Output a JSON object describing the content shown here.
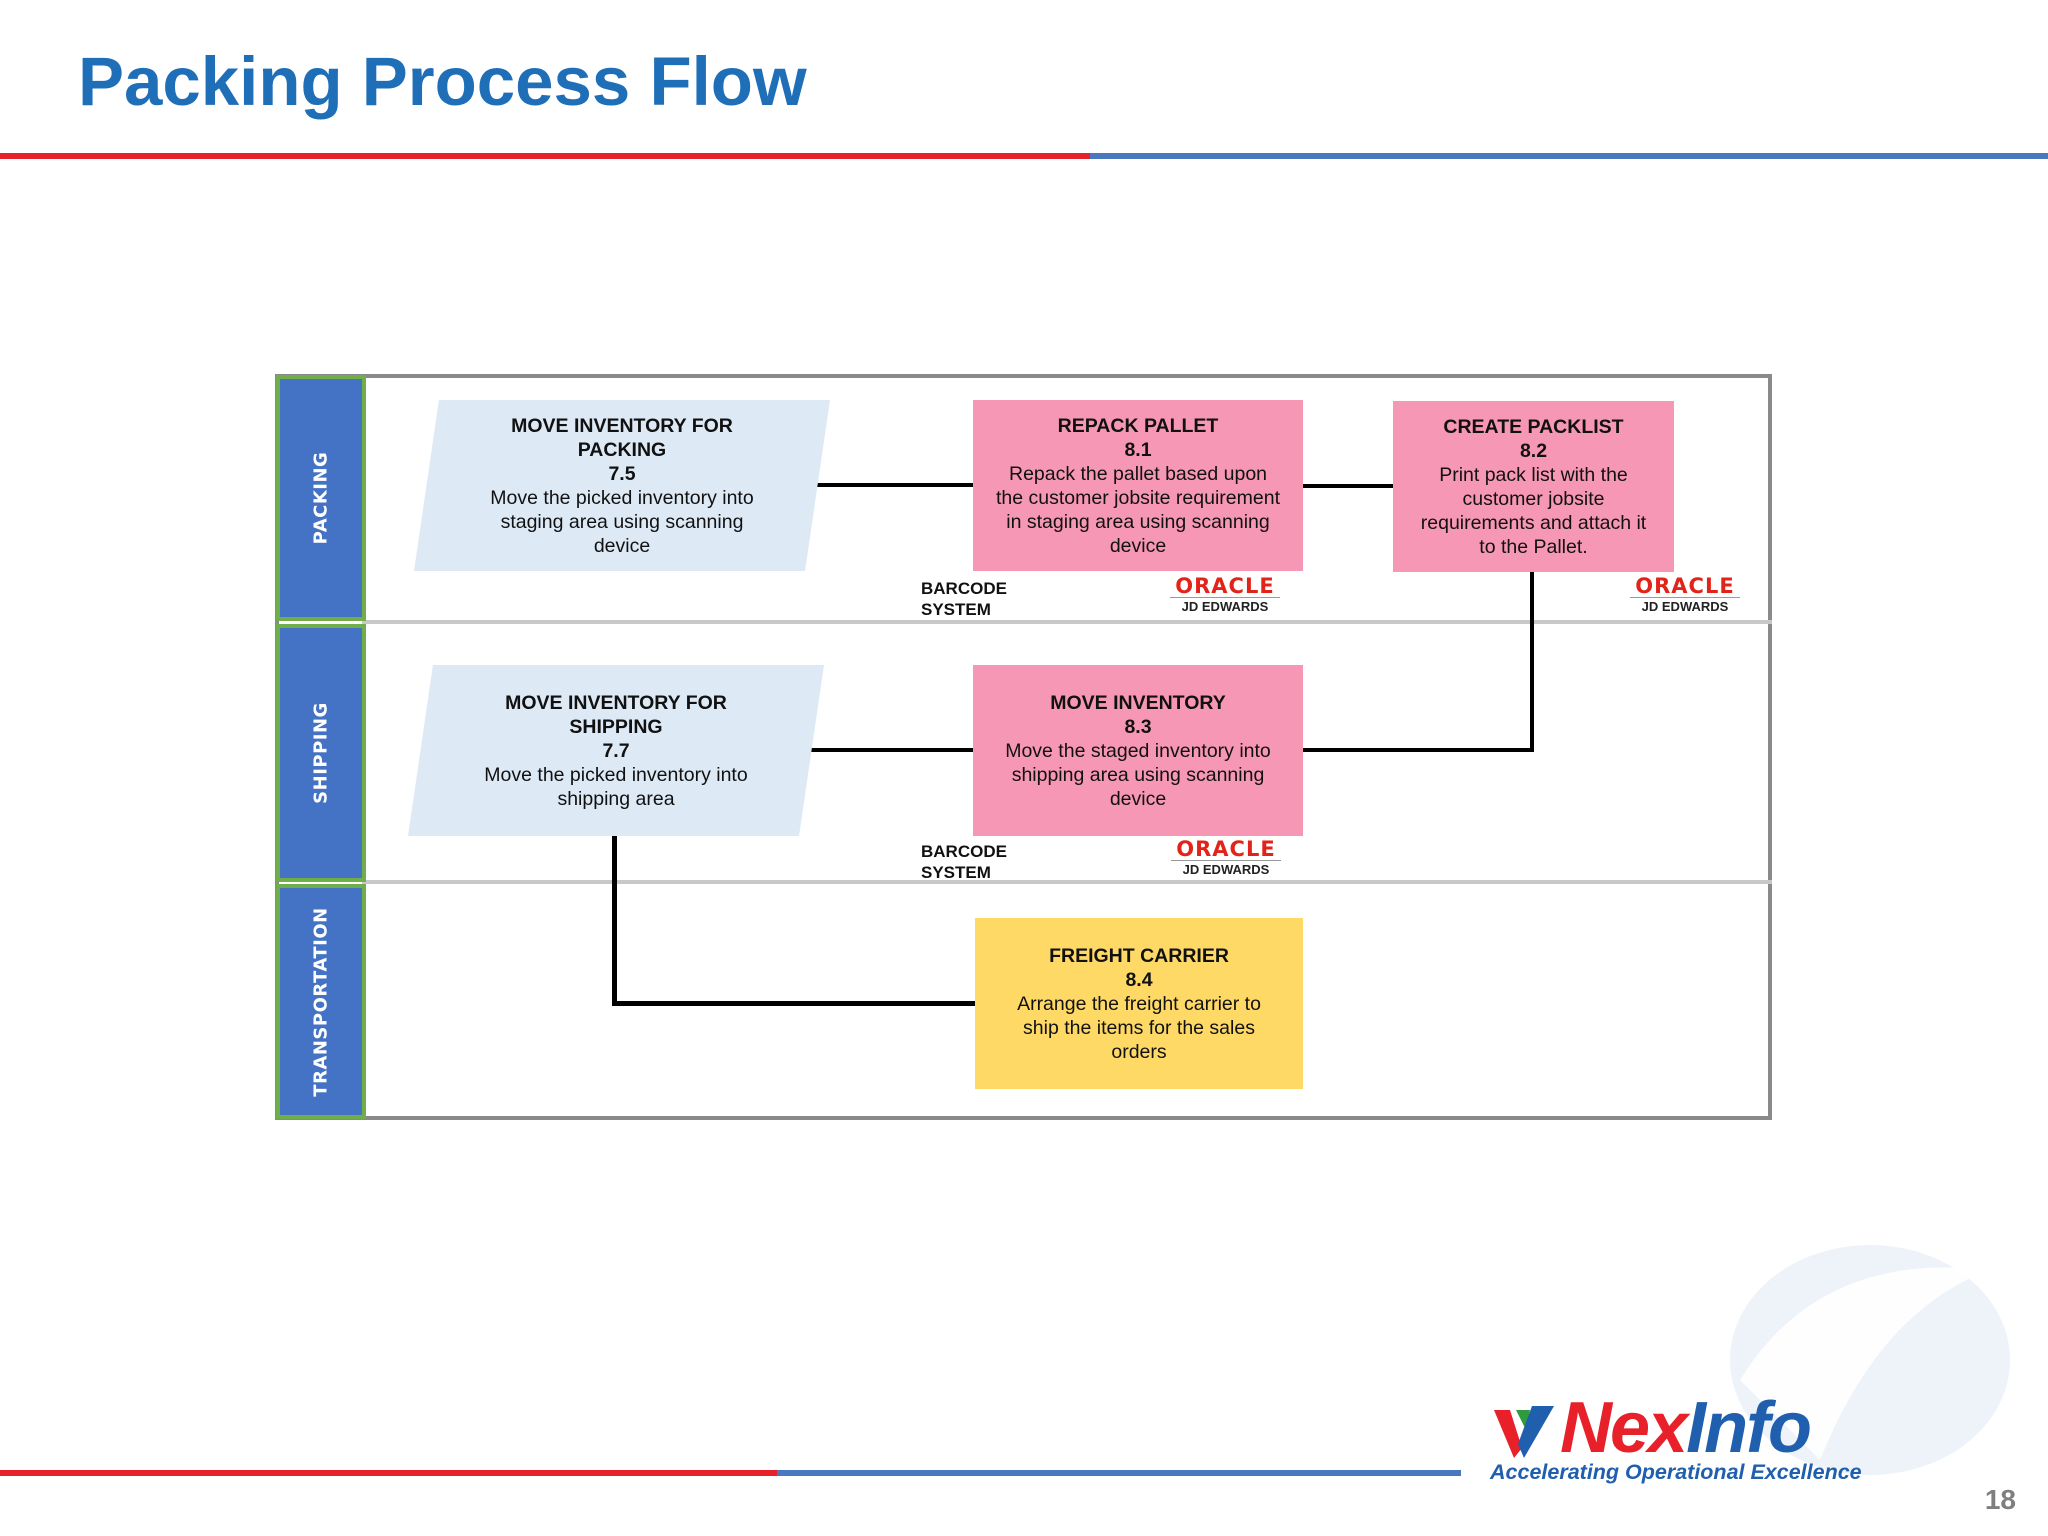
{
  "slide": {
    "title": "Packing Process Flow",
    "page_number": "18"
  },
  "lanes": [
    {
      "label": "PACKING"
    },
    {
      "label": "SHIPPING"
    },
    {
      "label": "TRANSPORTATION"
    }
  ],
  "steps": {
    "s75": {
      "title_line1": "MOVE INVENTORY FOR",
      "title_line2": "PACKING",
      "number": "7.5",
      "desc": [
        "Move the picked inventory into",
        "staging area using scanning",
        "device"
      ]
    },
    "s81": {
      "title": "REPACK PALLET",
      "number": "8.1",
      "desc": [
        "Repack the pallet based upon",
        "the customer jobsite requirement",
        "in staging area using scanning",
        "device"
      ]
    },
    "s82": {
      "title": "CREATE PACKLIST",
      "number": "8.2",
      "desc": [
        "Print pack list with the",
        "customer jobsite",
        "requirements and attach it",
        "to the Pallet."
      ]
    },
    "s77": {
      "title_line1": "MOVE INVENTORY FOR",
      "title_line2": "SHIPPING",
      "number": "7.7",
      "desc": [
        "Move the picked inventory into",
        "shipping area"
      ]
    },
    "s83": {
      "title": "MOVE INVENTORY",
      "number": "8.3",
      "desc": [
        "Move the staged inventory into",
        "shipping area using scanning",
        "device"
      ]
    },
    "s84": {
      "title": "FREIGHT CARRIER",
      "number": "8.4",
      "desc": [
        "Arrange the freight carrier to",
        "ship the items for the sales",
        "orders"
      ]
    }
  },
  "systems": {
    "barcode_line1": "BARCODE",
    "barcode_line2": "SYSTEM",
    "oracle": "ORACLE",
    "jde": "JD EDWARDS"
  },
  "logo": {
    "brand_left": "Nex",
    "brand_right": "Info",
    "tagline": "Accelerating Operational Excellence"
  },
  "colors": {
    "title": "#1f6fb8",
    "lane": "#4472c4",
    "pink": "#f797b6",
    "yellow": "#ffd966",
    "para": "#dde9f5"
  }
}
